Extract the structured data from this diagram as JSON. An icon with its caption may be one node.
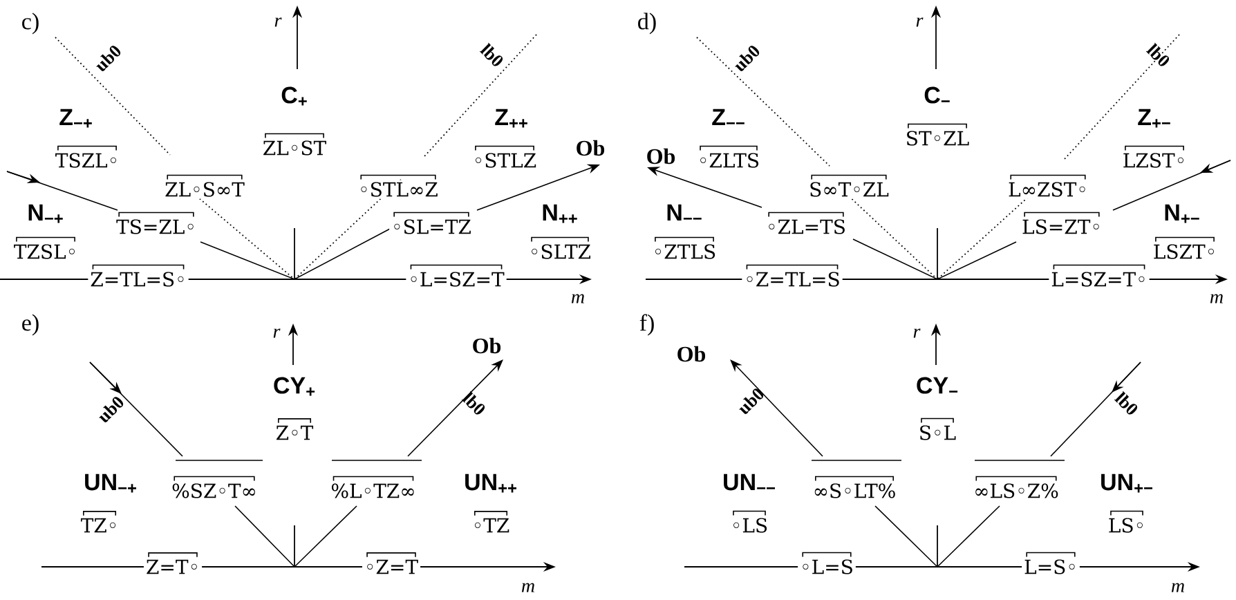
{
  "diagram": {
    "labels": [
      "c)",
      "r",
      "ub0",
      "lb0",
      "C$_{+}$",
      "Z$_{−+}$",
      "Z$_{++}$",
      "TSZL◦",
      "ZL◦ST",
      "◦STLZ",
      "Ob",
      "ZL◦S∞T",
      "◦STL∞Z",
      "N$_{−+}$",
      "N$_{++}$",
      "TS=ZL◦",
      "◦SL=TZ",
      "TZSL◦",
      "◦SLTZ",
      "Z=TL=S◦",
      "◦L=SZ=T",
      "m",
      "d)",
      "r",
      "ub0",
      "lb0",
      "C$_{−}$",
      "Z$_{−−}$",
      "Z$_{+−}$",
      "ST◦ZL",
      "Ob",
      "◦ZLTS",
      "LZST◦",
      "S∞T◦ZL",
      "L∞ZST◦",
      "N$_{−−}$",
      "N$_{+−}$",
      "◦ZL=TS",
      "LS=ZT◦",
      "◦ZTLS",
      "LSZT◦",
      "◦Z=TL=S",
      "L=SZ=T◦",
      "m",
      "e)",
      "r",
      "Ob",
      "CY$_{+}$",
      "ub0",
      "lb0",
      "Z◦T",
      "UN$_{−+}$",
      "%SZ◦T∞",
      "%L◦TZ∞",
      "UN$_{++}$",
      "TZ◦",
      "◦TZ",
      "Z=T◦",
      "◦Z=T",
      "m",
      "f)",
      "r",
      "Ob",
      "CY$_{−}$",
      "ub0",
      "lb0",
      "S◦L",
      "UN$_{−−}$",
      "∞S◦LT%",
      "∞LS◦Z%",
      "UN$_{+−}$",
      "◦LS",
      "LS◦",
      "◦L=S",
      "L=S◦",
      "m"
    ]
  }
}
